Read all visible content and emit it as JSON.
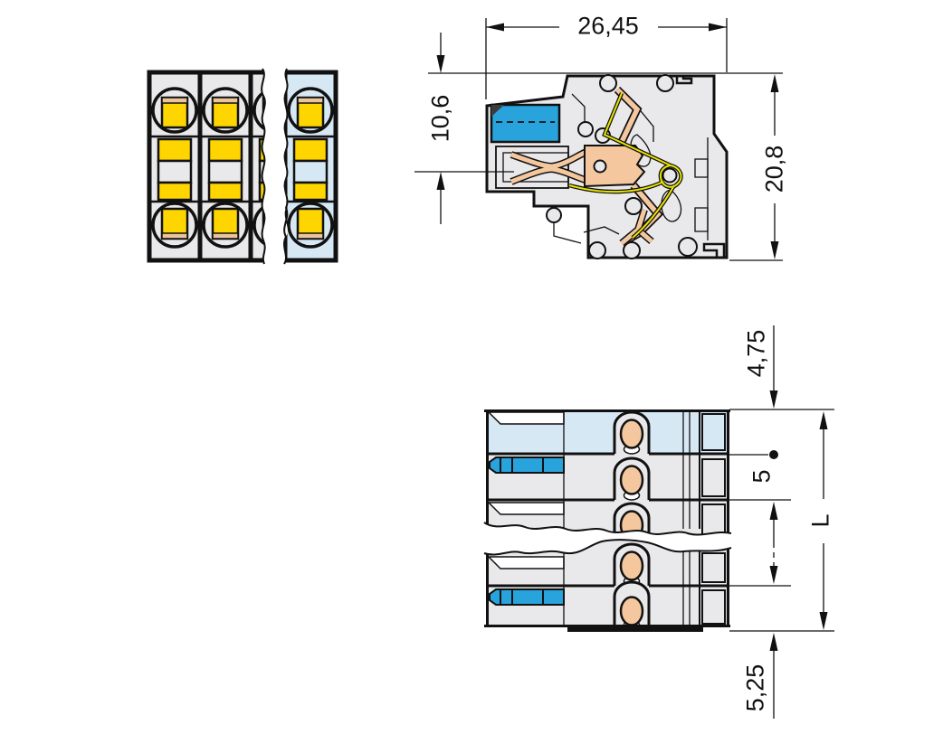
{
  "labels": {
    "overall_width_mm": "26,45",
    "wire_entry_height_mm": "10,6",
    "housing_height_mm": "20,8",
    "edge_to_first_pole_mm": "4,75",
    "pole_pitch_mm": "5",
    "total_length": "L",
    "end_offset_mm": "5,25"
  },
  "colors": {
    "ink": "#111111",
    "housing": "#e9e9eb",
    "endplate": "#d7e8f5",
    "wire": "#29a3dc",
    "copper": "#f4c79e",
    "yellow": "#ffd500",
    "tan": "#eac49b",
    "spring": "#e8e400"
  }
}
